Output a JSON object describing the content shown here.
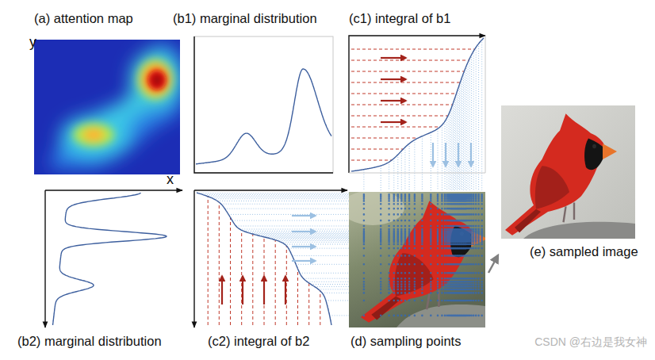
{
  "diagram": {
    "nodes": [
      {
        "text": [
          "(a) attention map"
        ]
      },
      {
        "text": [
          "(b1) marginal distribution"
        ]
      },
      {
        "text": [
          "(c1) integral of b1"
        ]
      },
      {
        "text": [
          "(b2) marginal distribution"
        ]
      },
      {
        "text": [
          "(c2) integral of b2"
        ]
      },
      {
        "text": [
          "(d) sampling points"
        ]
      },
      {
        "text": [
          "(e) sampled image"
        ]
      }
    ],
    "edges": [
      {
        "from": 5,
        "to": 6,
        "arrow": "to"
      }
    ],
    "labels": [
      "y",
      "x",
      "CSDN @右边是我女神"
    ]
  }
}
